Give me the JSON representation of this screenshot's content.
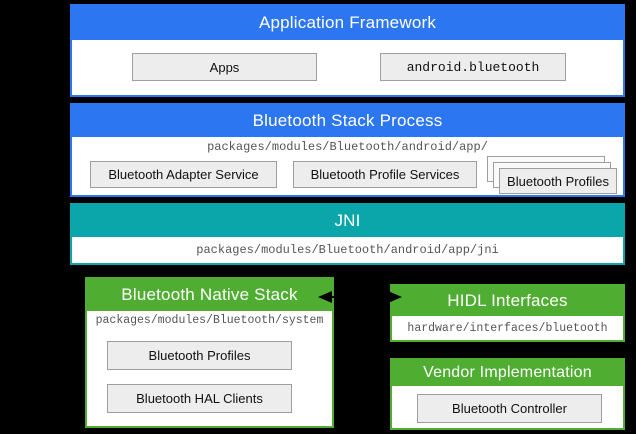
{
  "colors": {
    "background": "#000000",
    "blue": "#2D76F2",
    "teal": "#0BA6AA",
    "green": "#4FAE31",
    "box-fill": "#EDEDED",
    "box-border": "#9E9E9E",
    "sheet-fill": "#FAFAFA",
    "path-text": "#555555",
    "label-text": "#111111",
    "header-text": "#FFFFFF",
    "arrow": "#000000"
  },
  "sections": {
    "application_framework": {
      "title": "Application Framework",
      "apps": "Apps",
      "android_bluetooth": "android.bluetooth"
    },
    "bluetooth_stack_process": {
      "title": "Bluetooth Stack Process",
      "path": "packages/modules/Bluetooth/android/app/",
      "adapter_service": "Bluetooth Adapter Service",
      "profile_services": "Bluetooth Profile Services",
      "profiles": "Bluetooth Profiles"
    },
    "jni": {
      "title": "JNI",
      "path": "packages/modules/Bluetooth/android/app/jni"
    },
    "bluetooth_native_stack": {
      "title": "Bluetooth Native Stack",
      "path": "packages/modules/Bluetooth/system",
      "profiles": "Bluetooth Profiles",
      "hal_clients": "Bluetooth HAL Clients"
    },
    "hidl_interfaces": {
      "title": "HIDL Interfaces",
      "path": "hardware/interfaces/bluetooth"
    },
    "vendor_implementation": {
      "title": "Vendor Implementation",
      "controller": "Bluetooth Controller"
    }
  }
}
